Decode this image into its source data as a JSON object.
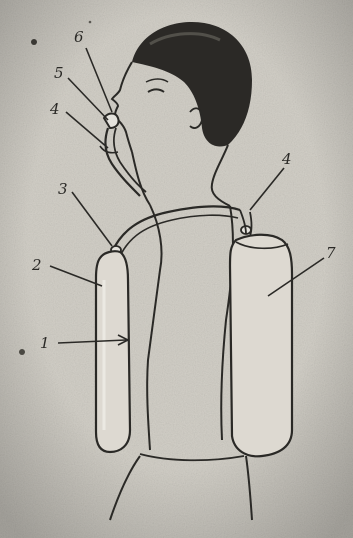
{
  "colors": {
    "paper": "#d3d0c8",
    "paper_light": "#e4e2dc",
    "ink": "#2a2926",
    "ink_soft": "#45433e",
    "hair": "#2b2926",
    "hair_highlight": "#6d6a63"
  },
  "callouts": {
    "tube": "1",
    "canister_left": "2",
    "strap_joint_left": "3",
    "hose_elbow": "4",
    "mouthpiece_stem": "5",
    "mouthpiece_tip": "6",
    "strap_joint_right": "4",
    "canister_right": "7"
  }
}
